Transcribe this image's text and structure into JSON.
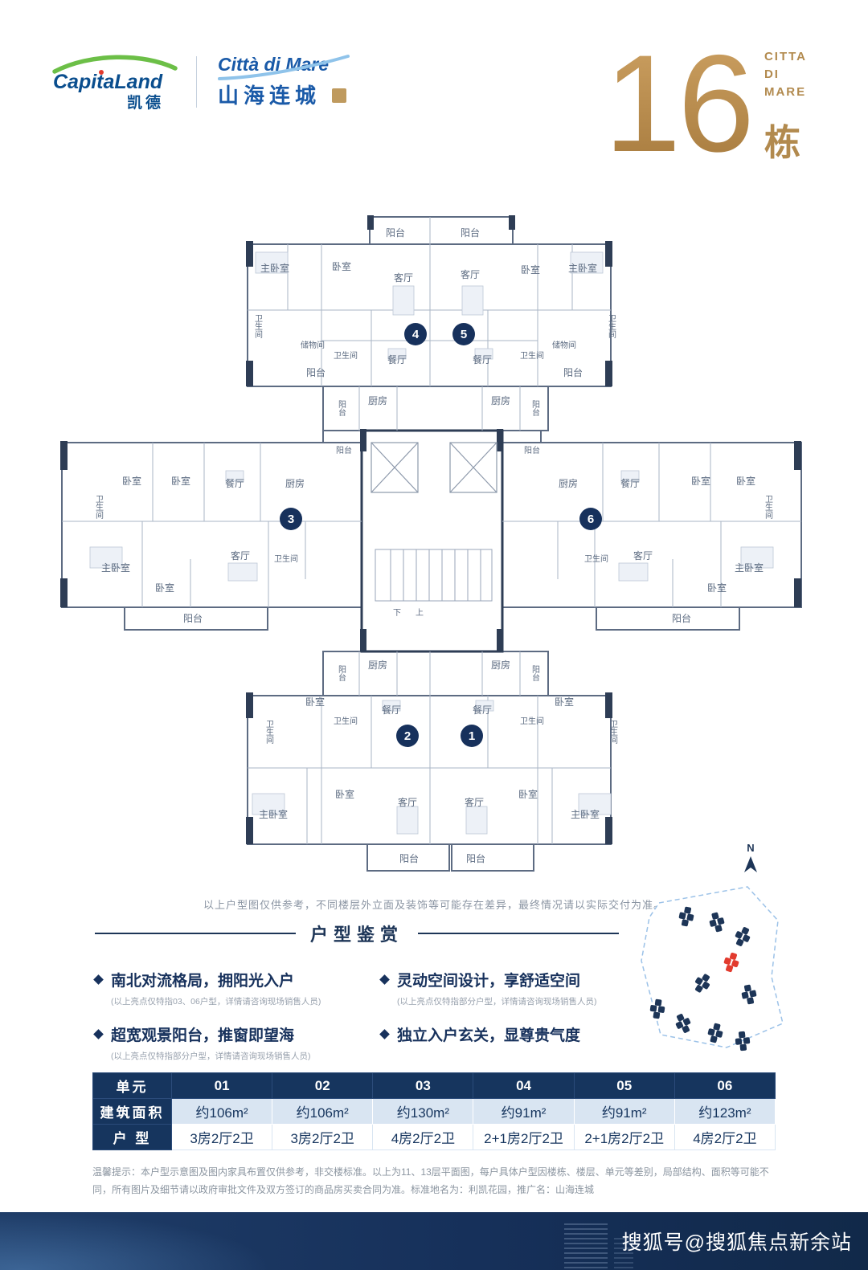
{
  "header": {
    "capitaland": {
      "name": "CapitaLand",
      "cn": "凯德"
    },
    "citta": {
      "latin": "Città di Mare",
      "cn": "山海连城"
    },
    "building_number": "16",
    "citta_small": [
      "CITTA",
      "DI",
      "MARE"
    ],
    "building_suffix": "栋"
  },
  "floorplan": {
    "unit_numbers": [
      "1",
      "2",
      "3",
      "4",
      "5",
      "6"
    ],
    "rooms": {
      "balcony": "阳台",
      "bedroom": "卧室",
      "master_bedroom": "主卧室",
      "living_room": "客厅",
      "dining_room": "餐厅",
      "kitchen": "厨房",
      "bathroom": "卫生间",
      "storage": "储物间",
      "stairs_down": "下",
      "stairs_up": "上"
    },
    "disclaimer": "以上户型图仅供参考，不同楼层外立面及装饰等可能存在差异，最终情况请以实际交付为准。"
  },
  "features": {
    "title": "户型鉴赏",
    "items": [
      {
        "text": "南北对流格局，拥阳光入户",
        "note": "(以上亮点仅特指03、06户型，详情请咨询现场销售人员)"
      },
      {
        "text": "超宽观景阳台，推窗即望海",
        "note": "(以上亮点仅特指部分户型，详情请咨询现场销售人员)"
      },
      {
        "text": "灵动空间设计，享舒适空间",
        "note": "(以上亮点仅特指部分户型，详情请咨询现场销售人员)"
      },
      {
        "text": "独立入户玄关，显尊贵气度",
        "note": ""
      }
    ]
  },
  "sitemap": {
    "north_label": "N"
  },
  "table": {
    "row_labels": [
      "单元",
      "建筑面积",
      "户 型"
    ],
    "units": [
      "01",
      "02",
      "03",
      "04",
      "05",
      "06"
    ],
    "areas": [
      "约106m²",
      "约106m²",
      "约130m²",
      "约91m²",
      "约91m²",
      "约123m²"
    ],
    "types": [
      "3房2厅2卫",
      "3房2厅2卫",
      "4房2厅2卫",
      "2+1房2厅2卫",
      "2+1房2厅2卫",
      "4房2厅2卫"
    ]
  },
  "footnote": "温馨提示：本户型示意图及图内家具布置仅供参考，非交楼标准。以上为11、13层平面图，每户具体户型因楼栋、楼层、单元等差别，局部结构、面积等可能不同，所有图片及细节请以政府审批文件及双方签订的商品房买卖合同为准。标准地名为：利凯花园，推广名：山海连城",
  "footer": {
    "credit": "搜狐号@搜狐焦点新余站"
  },
  "colors": {
    "navy": "#16355e",
    "gold": "#b28a4e",
    "light_blue_cell": "#d9e5f2",
    "highlight_red": "#e23b2e",
    "capitaland_green": "#6cbf47",
    "logo_blue": "#1a5aa8"
  }
}
